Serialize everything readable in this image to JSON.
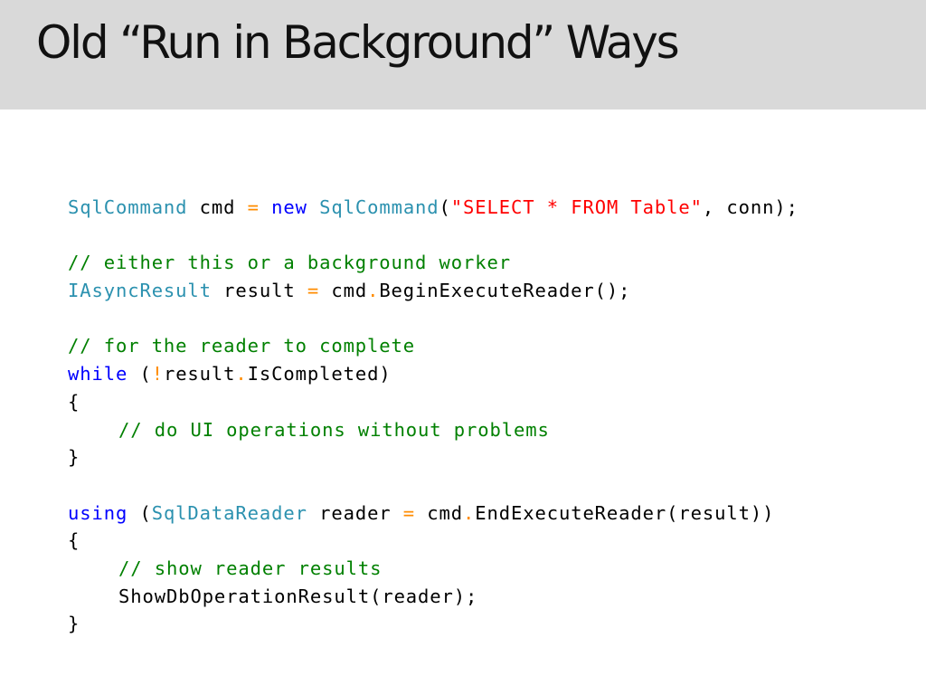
{
  "slide": {
    "title": "Old “Run in Background” Ways"
  },
  "colors": {
    "type": "#2b91af",
    "keyword": "#0000ff",
    "string": "#ff0000",
    "comment": "#008000",
    "operator": "#ff8c00",
    "plain": "#000000",
    "title_bar": "#d9d9d9"
  },
  "code": {
    "language": "C#",
    "lines": [
      {
        "indent": 0,
        "tokens": [
          {
            "t": "SqlCommand",
            "k": "type"
          },
          {
            "t": " cmd ",
            "k": "plain"
          },
          {
            "t": "=",
            "k": "op"
          },
          {
            "t": " ",
            "k": "plain"
          },
          {
            "t": "new",
            "k": "kw"
          },
          {
            "t": " ",
            "k": "plain"
          },
          {
            "t": "SqlCommand",
            "k": "type"
          },
          {
            "t": "(",
            "k": "plain"
          },
          {
            "t": "\"SELECT * FROM Table\"",
            "k": "str"
          },
          {
            "t": ", conn);",
            "k": "plain"
          }
        ]
      },
      {
        "indent": 0,
        "tokens": []
      },
      {
        "indent": 0,
        "tokens": [
          {
            "t": "// either this or a background worker",
            "k": "cmt"
          }
        ]
      },
      {
        "indent": 0,
        "tokens": [
          {
            "t": "IAsyncResult",
            "k": "type"
          },
          {
            "t": " result ",
            "k": "plain"
          },
          {
            "t": "=",
            "k": "op"
          },
          {
            "t": " cmd",
            "k": "plain"
          },
          {
            "t": ".",
            "k": "op"
          },
          {
            "t": "BeginExecuteReader();",
            "k": "plain"
          }
        ]
      },
      {
        "indent": 0,
        "tokens": []
      },
      {
        "indent": 0,
        "tokens": [
          {
            "t": "// for the reader to complete",
            "k": "cmt"
          }
        ]
      },
      {
        "indent": 0,
        "tokens": [
          {
            "t": "while",
            "k": "kw"
          },
          {
            "t": " (",
            "k": "plain"
          },
          {
            "t": "!",
            "k": "op"
          },
          {
            "t": "result",
            "k": "plain"
          },
          {
            "t": ".",
            "k": "op"
          },
          {
            "t": "IsCompleted)",
            "k": "plain"
          }
        ]
      },
      {
        "indent": 0,
        "tokens": [
          {
            "t": "{",
            "k": "plain"
          }
        ]
      },
      {
        "indent": 1,
        "tokens": [
          {
            "t": "// do UI operations without problems",
            "k": "cmt"
          }
        ]
      },
      {
        "indent": 0,
        "tokens": [
          {
            "t": "}",
            "k": "plain"
          }
        ]
      },
      {
        "indent": 0,
        "tokens": []
      },
      {
        "indent": 0,
        "tokens": [
          {
            "t": "using",
            "k": "kw"
          },
          {
            "t": " (",
            "k": "plain"
          },
          {
            "t": "SqlDataReader",
            "k": "type"
          },
          {
            "t": " reader ",
            "k": "plain"
          },
          {
            "t": "=",
            "k": "op"
          },
          {
            "t": " cmd",
            "k": "plain"
          },
          {
            "t": ".",
            "k": "op"
          },
          {
            "t": "EndExecuteReader(result))",
            "k": "plain"
          }
        ]
      },
      {
        "indent": 0,
        "tokens": [
          {
            "t": "{",
            "k": "plain"
          }
        ]
      },
      {
        "indent": 1,
        "tokens": [
          {
            "t": "// show reader results",
            "k": "cmt"
          }
        ]
      },
      {
        "indent": 1,
        "tokens": [
          {
            "t": "ShowDbOperationResult(reader);",
            "k": "plain"
          }
        ]
      },
      {
        "indent": 0,
        "tokens": [
          {
            "t": "}",
            "k": "plain"
          }
        ]
      }
    ]
  }
}
